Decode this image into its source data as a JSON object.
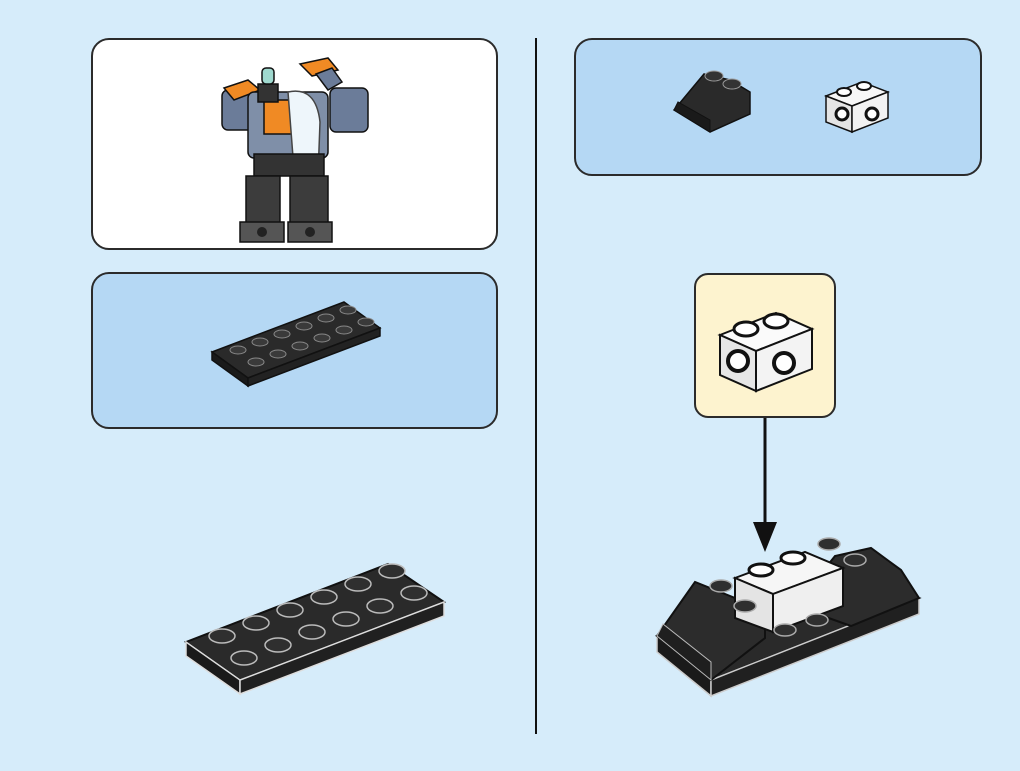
{
  "instruction_page": {
    "left_column": {
      "preview": {
        "icon": "mech-model-preview"
      },
      "parts_needed": [
        {
          "icon": "black-plate-2x6",
          "quantity": 1
        }
      ],
      "build_step": {
        "icon": "black-plate-2x6"
      }
    },
    "right_column": {
      "parts_needed": [
        {
          "icon": "black-slope-2x2",
          "quantity": 1
        },
        {
          "icon": "white-brick-1x2-side-studs",
          "quantity": 1
        }
      ],
      "callout": {
        "icon": "white-brick-1x2-side-studs"
      },
      "build_step": {
        "icon": "slope-assembly",
        "arrow": "arrow-down-icon"
      }
    },
    "colors": {
      "page_background": "#d6ecfa",
      "parts_panel": "#b5d8f4",
      "callout_background": "#fdf3cf",
      "brick_black": "#2a2a2a",
      "brick_white": "#f2f2f2",
      "accent_orange": "#f08a24",
      "accent_slate": "#6b7c99"
    }
  }
}
